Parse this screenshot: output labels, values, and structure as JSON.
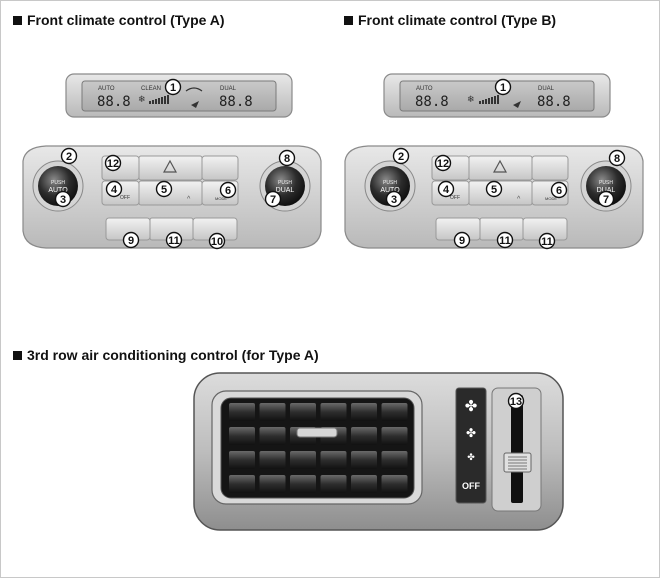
{
  "headings": {
    "front_a": "Front climate control (Type A)",
    "front_b": "Front climate control (Type B)",
    "rear": "3rd row air conditioning control (for Type A)"
  },
  "display": {
    "auto": "AUTO",
    "clean": "CLEAN",
    "dual": "DUAL",
    "temp_left": "88.8",
    "temp_right": "88.8"
  },
  "knob_labels": {
    "push": "PUSH",
    "auto": "AUTO",
    "dual": "DUAL"
  },
  "button_labels": {
    "off": "OFF",
    "mode": "MODE",
    "rear_off": "OFF"
  },
  "callouts": {
    "n1": "1",
    "n2": "2",
    "n3": "3",
    "n4": "4",
    "n5": "5",
    "n6": "6",
    "n7": "7",
    "n8": "8",
    "n9": "9",
    "n10": "10",
    "n11": "11",
    "n12": "12",
    "n13": "13"
  },
  "icons": [
    "fan-icon",
    "hazard-icon",
    "defrost-icon",
    "recirculation-icon",
    "seat-icon"
  ]
}
